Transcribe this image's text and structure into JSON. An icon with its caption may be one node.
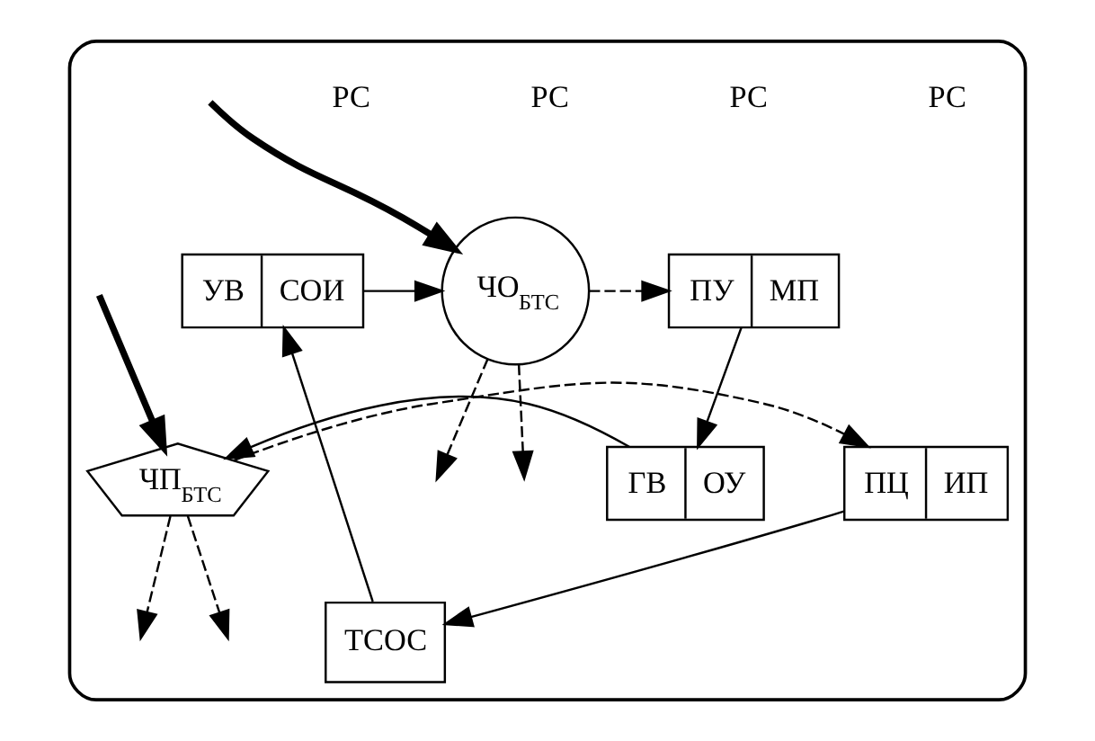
{
  "diagram": {
    "nodes": [
      {
        "text": [],
        "shape": "cloud"
      },
      {
        "text": [
          "ПУ",
          "МП"
        ],
        "in": 0
      },
      {
        "text": [
          "ЧО$_{БТС}$"
        ],
        "in": 0
      },
      {
        "text": [
          "УВ",
          "СОИ"
        ],
        "in": 0
      },
      {
        "text": [
          "ТСОС"
        ],
        "in": 0
      },
      {
        "text": [
          "ГВ",
          "ОУ"
        ],
        "in": 0
      },
      {
        "text": [
          "ЧП$_{БТС}$"
        ],
        "in": 0
      },
      {
        "text": [
          "ПЦ",
          "ИП"
        ],
        "in": 0
      }
    ],
    "edges": [
      {
        "from": 2,
        "to": 1,
        "arrow": "to",
        "style": "dashed"
      },
      {
        "from": 3,
        "to": 2,
        "arrow": "to"
      },
      {
        "from": 1,
        "to": 5,
        "arrow": "to"
      },
      {
        "from": 5,
        "to": 6,
        "arrow": "to"
      },
      {
        "from": 6,
        "to": 7,
        "arrow": "to",
        "style": "dashed"
      },
      {
        "from": 7,
        "to": 4,
        "arrow": "to"
      },
      {
        "from": 4,
        "to": 3,
        "arrow": "to"
      },
      {
        "from": null,
        "to": 2,
        "arrow": "to",
        "style": "thick"
      },
      {
        "from": 2,
        "to": null,
        "arrow": "to",
        "style": "dashed"
      },
      {
        "from": 2,
        "to": null,
        "arrow": "to",
        "style": "dashed"
      },
      {
        "from": null,
        "to": 6,
        "arrow": "to",
        "style": "thick"
      },
      {
        "from": 6,
        "to": null,
        "arrow": "to",
        "style": "dashed"
      },
      {
        "from": 6,
        "to": null,
        "arrow": "to",
        "style": "dashed"
      }
    ],
    "labels": [
      "РС",
      "РС",
      "РС",
      "РС"
    ]
  }
}
